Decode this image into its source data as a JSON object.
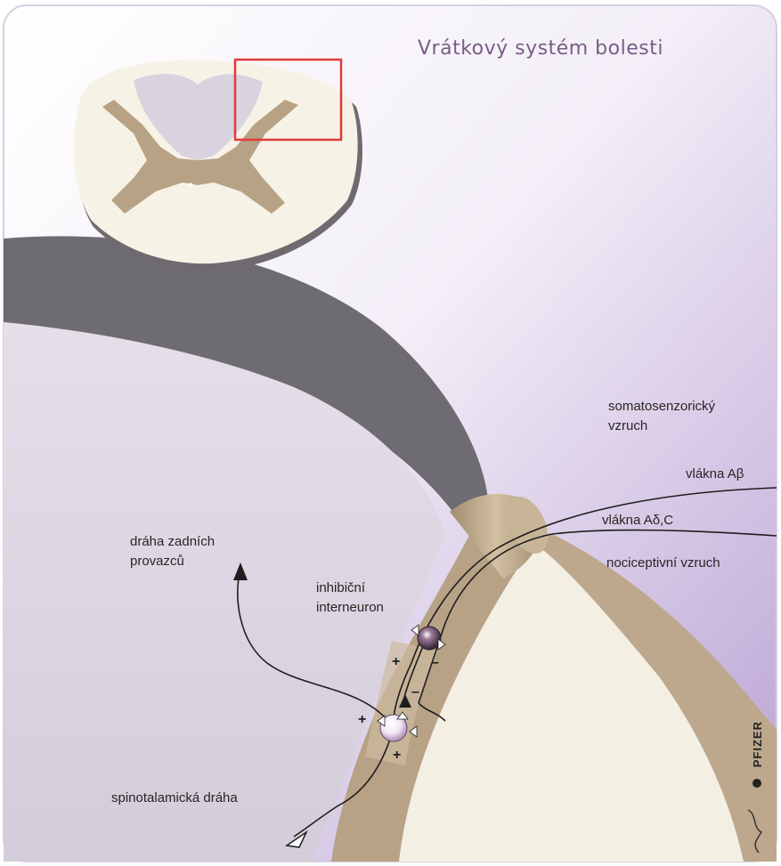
{
  "title": "Vrátkový systém bolesti",
  "labels": {
    "somatosensory_line1": "somatosenzorický",
    "somatosensory_line2": "vzruch",
    "fibers_abeta": "vlákna Aβ",
    "fibers_adelta_c": "vlákna Aδ,C",
    "nociceptive": "nociceptivní vzruch",
    "dorsal_line1": "dráha zadních",
    "dorsal_line2": "provazců",
    "interneuron_line1": "inhibiční",
    "interneuron_line2": "interneuron",
    "spinothalamic": "spinotalamická dráha"
  },
  "signs": {
    "plus": "+",
    "minus": "–"
  },
  "brand": "PFIZER",
  "colors": {
    "title": "#7a5c86",
    "gray_matter": "#b7a285",
    "white_matter": "#f4efe3",
    "background_violet": "#c8b6dc",
    "highlight_box": "#e03a3a"
  }
}
